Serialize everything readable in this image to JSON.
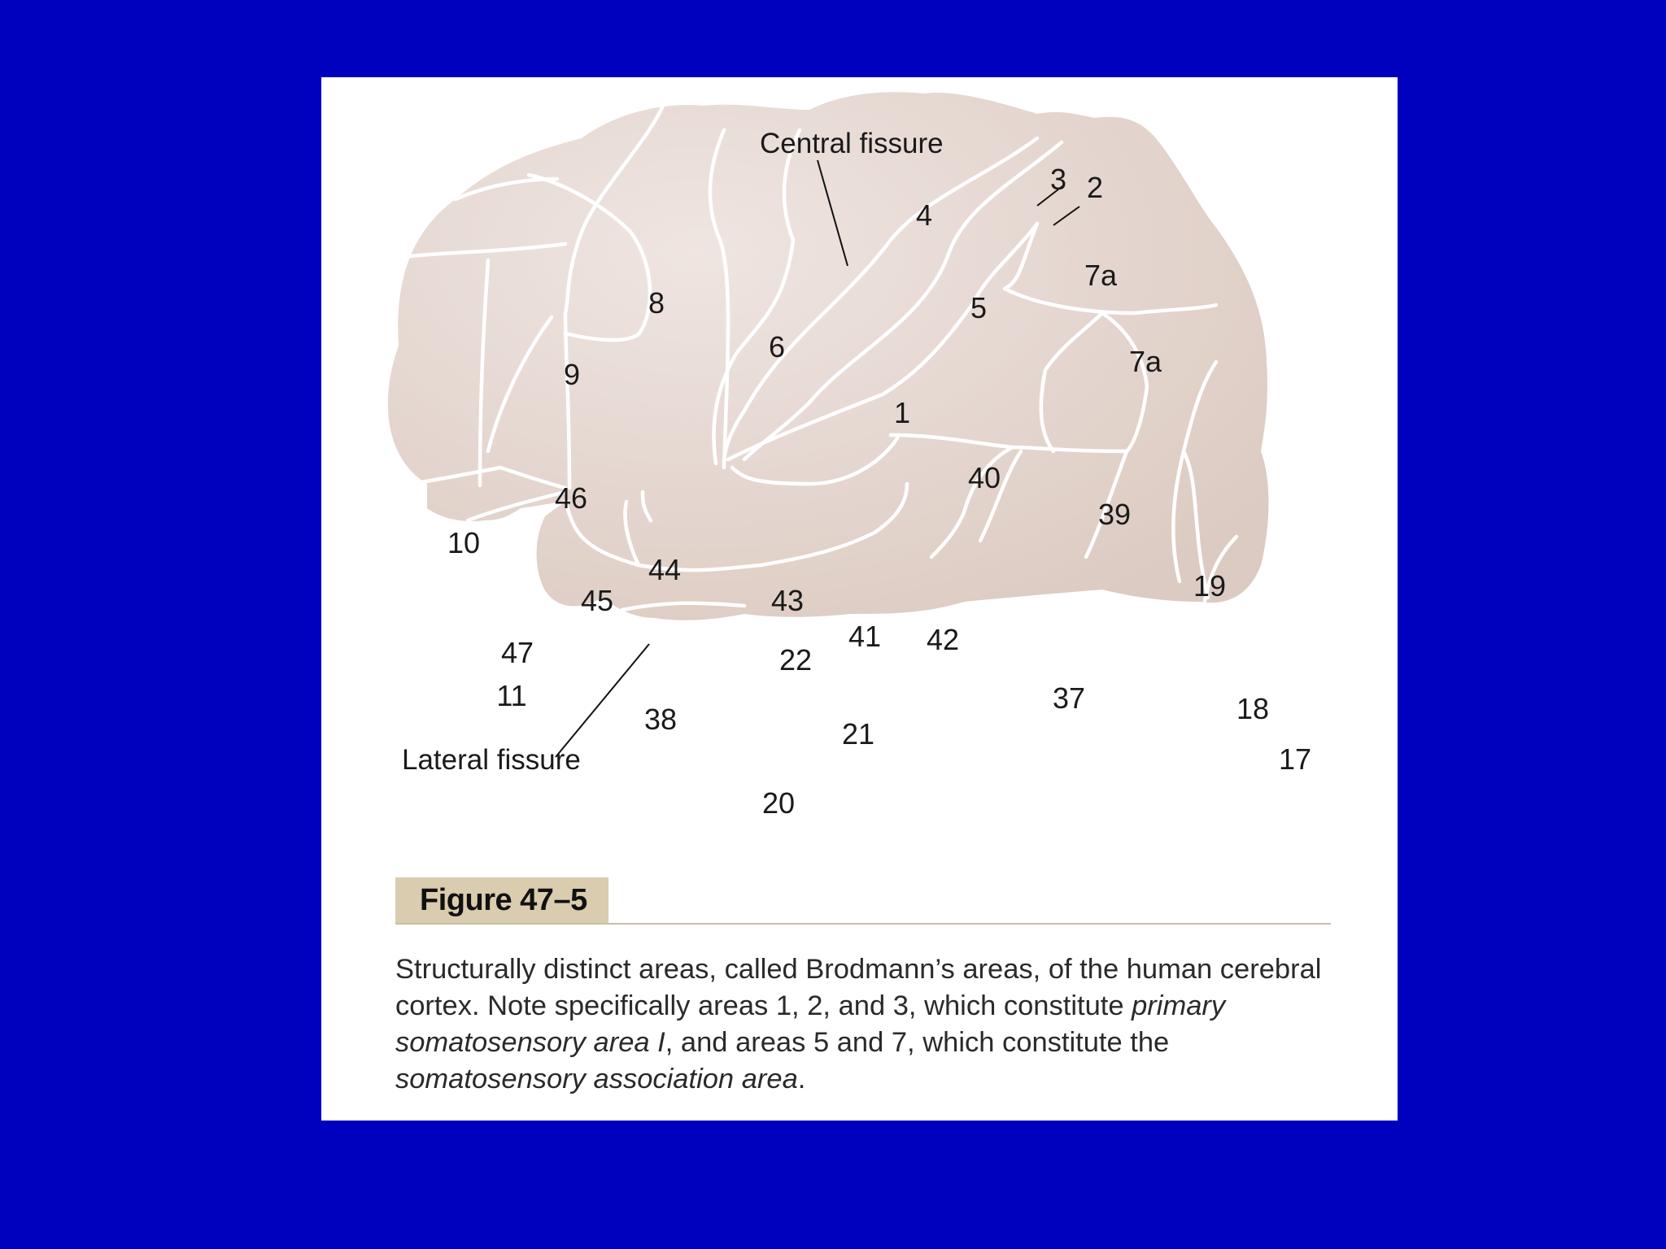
{
  "figure": {
    "label_central_fissure": "Central fissure",
    "label_lateral_fissure": "Lateral fissure",
    "areas": [
      "1",
      "2",
      "3",
      "4",
      "5",
      "6",
      "7a",
      "7a",
      "8",
      "9",
      "10",
      "11",
      "17",
      "18",
      "19",
      "20",
      "21",
      "22",
      "37",
      "38",
      "39",
      "40",
      "41",
      "42",
      "43",
      "44",
      "45",
      "46",
      "47"
    ],
    "tag": "Figure 47–5",
    "caption": {
      "part1": "Structurally distinct areas, called Brodmann’s areas, of the human cerebral cortex. Note specifically areas 1, 2, and 3, which constitute ",
      "em1": "primary somatosensory area I",
      "part2": ", and areas 5 and 7, which constitute the ",
      "em2": "somatosensory association area",
      "part3": "."
    }
  },
  "colors": {
    "background": "#0000bf",
    "panel": "#ffffff",
    "cortex": "#e4d6cf",
    "tag": "#d9ccaf"
  }
}
